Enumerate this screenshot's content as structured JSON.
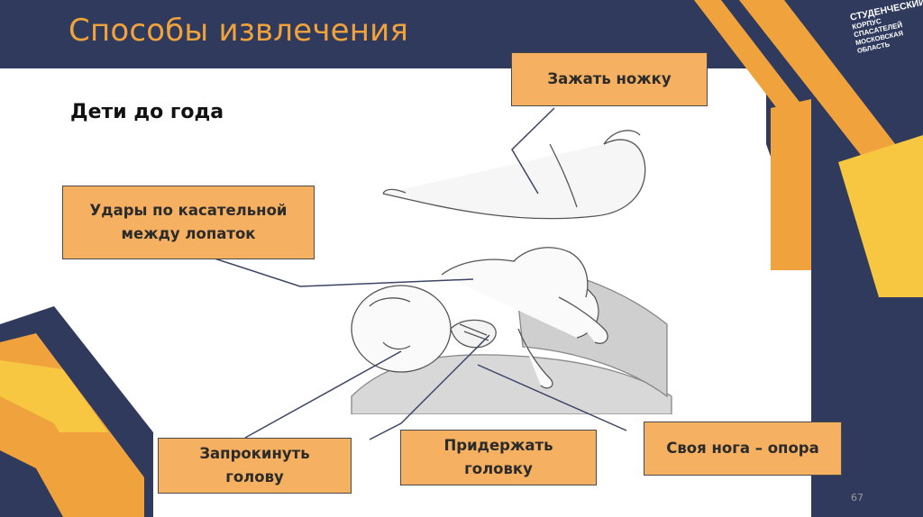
{
  "slide": {
    "title": "Способы извлечения",
    "subtitle": "Дети до года",
    "page_number": "67",
    "colors": {
      "navy": "#303a5c",
      "orange": "#f0a33c",
      "yellow": "#f7c742",
      "callout_fill": "#f5b061"
    }
  },
  "logo": {
    "line1": "СТУДЕНЧЕСКИЙ",
    "line2": "КОРПУС СПАСАТЕЛЕЙ",
    "line3": "МОСКОВСКАЯ ОБЛАСТЬ",
    "icon": "rescue-corps-logo"
  },
  "illustration": {
    "icon": "infant-back-blows-sketch"
  },
  "callouts": {
    "squeeze_leg": "Зажать ножку",
    "back_blows_line1": "Удары по касательной",
    "back_blows_line2": "между лопаток",
    "tilt_head_line1": "Запрокинуть",
    "tilt_head_line2": "голову",
    "hold_head_line1": "Придержать",
    "hold_head_line2": "головку",
    "leg_support": "Своя нога – опора"
  }
}
